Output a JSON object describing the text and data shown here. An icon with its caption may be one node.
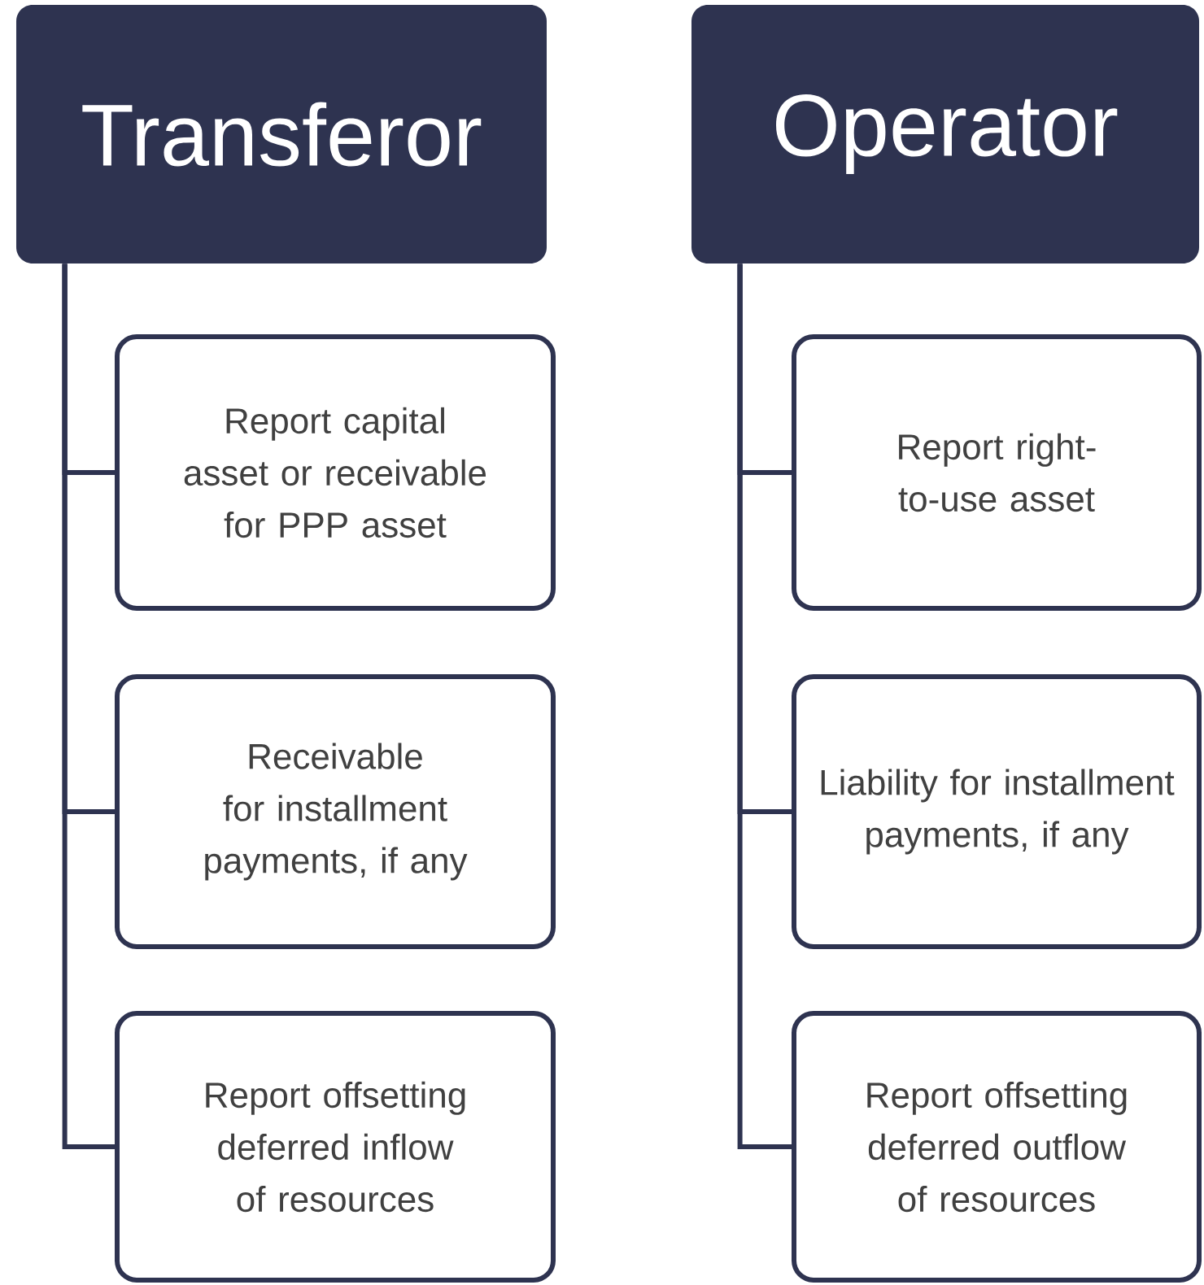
{
  "diagram": {
    "nodes": [
      {
        "text": [
          "Transferor"
        ]
      },
      {
        "text": [
          "Report capital asset or receivable for PPP asset"
        ]
      },
      {
        "text": [
          "Receivable for installment payments, if any"
        ]
      },
      {
        "text": [
          "Report offsetting deferred inflow of resources"
        ]
      },
      {
        "text": [
          "Operator"
        ]
      },
      {
        "text": [
          "Report right-to-use asset"
        ]
      },
      {
        "text": [
          "Liability for installment payments, if any"
        ]
      },
      {
        "text": [
          "Report offsetting deferred outflow of resources"
        ]
      }
    ],
    "edges": [
      {
        "from": 0,
        "to": 1,
        "arrow": "none"
      },
      {
        "from": 0,
        "to": 2,
        "arrow": "none"
      },
      {
        "from": 0,
        "to": 3,
        "arrow": "none"
      },
      {
        "from": 4,
        "to": 5,
        "arrow": "none"
      },
      {
        "from": 4,
        "to": 6,
        "arrow": "none"
      },
      {
        "from": 4,
        "to": 7,
        "arrow": "none"
      }
    ]
  }
}
